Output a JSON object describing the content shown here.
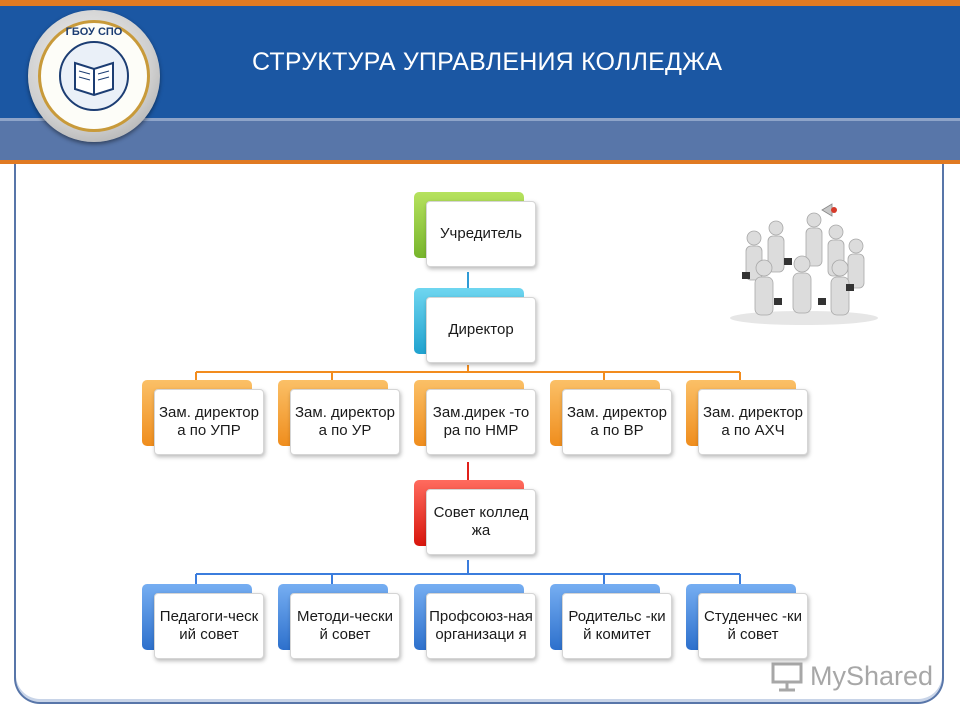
{
  "slide": {
    "title": "СТРУКТУРА УПРАВЛЕНИЯ КОЛЛЕДЖА",
    "logo_text": "ГБОУ СПО"
  },
  "org_chart": {
    "founder": "Учредитель",
    "director": "Директор",
    "deputies": [
      "Зам. директора по УПР",
      "Зам. директора по УР",
      "Зам.дирек -тора по НМР",
      "Зам. директора по ВР",
      "Зам. директора по АХЧ"
    ],
    "council": "Совет колледжа",
    "bodies": [
      "Педагоги-ческий совет",
      "Методи-ческий совет",
      "Профсоюз-ная организаци я",
      "Родительс -кий комитет",
      "Студенчес -кий совет"
    ]
  },
  "watermark": {
    "text": "MyShared",
    "icon": "projector-screen-icon"
  },
  "colors": {
    "header_blue": "#1b57a3",
    "accent_orange": "#e07a22",
    "level_founder": "#8cc63f",
    "level_director": "#29abe2",
    "level_deputy": "#f7931e",
    "level_council": "#ed1c24",
    "level_bodies": "#3b7ddd"
  }
}
